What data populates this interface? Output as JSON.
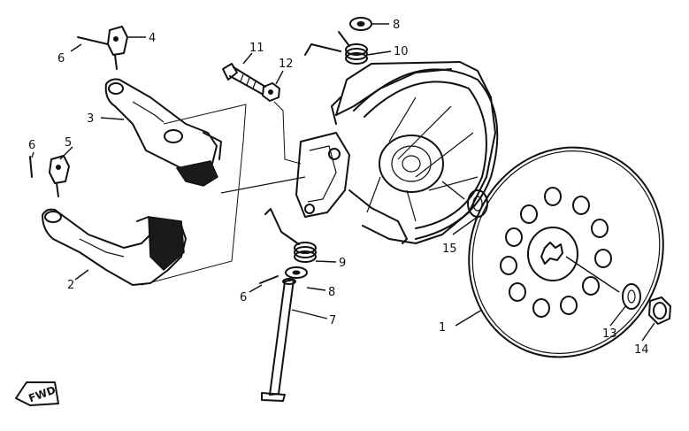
{
  "callouts": {
    "c1": "1",
    "c2": "2",
    "c3": "3",
    "c4": "4",
    "c5": "5",
    "c6a": "6",
    "c6b": "6",
    "c6c": "6",
    "c7": "7",
    "c8a": "8",
    "c8b": "8",
    "c9": "9",
    "c10": "10",
    "c11": "11",
    "c12": "12",
    "c13": "13",
    "c14": "14",
    "c15": "15"
  },
  "fwd_label": "FWD"
}
